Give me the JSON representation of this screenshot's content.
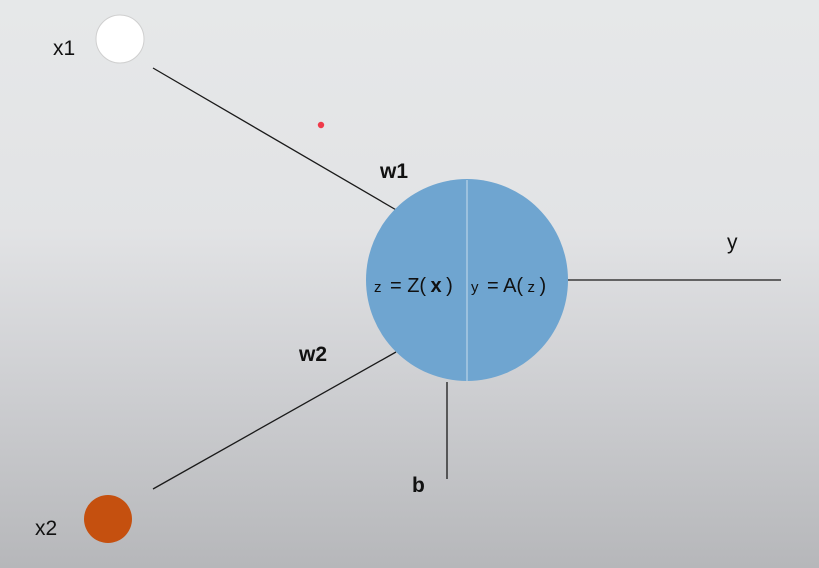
{
  "inputs": [
    {
      "label": "x1",
      "color": "#ffffff"
    },
    {
      "label": "x2",
      "color": "#c5500f"
    }
  ],
  "weights": [
    "w1",
    "w2"
  ],
  "bias": "b",
  "output": "y",
  "neuron": {
    "color": "#6fa5d0",
    "left_eq": {
      "sym": "z",
      "rest": "= Z(",
      "arg": "x",
      "close": ")"
    },
    "right_eq": {
      "sym": "y",
      "rest": "= A(",
      "arg": "z",
      "close": ")"
    }
  },
  "pointer_color": "#ef3a4a"
}
